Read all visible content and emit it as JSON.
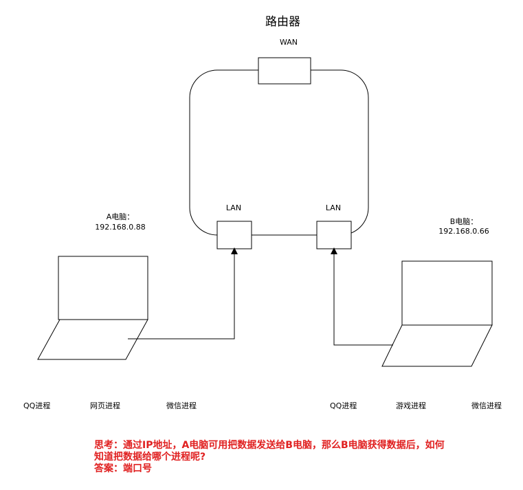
{
  "router": {
    "title": "路由器",
    "wan_label": "WAN",
    "lan_left_label": "LAN",
    "lan_right_label": "LAN"
  },
  "computer_a": {
    "name": "A电脑：",
    "ip": "192.168.0.88",
    "processes": [
      "QQ进程",
      "网页进程",
      "微信进程"
    ]
  },
  "computer_b": {
    "name": "B电脑：",
    "ip": "192.168.0.66",
    "processes": [
      "QQ进程",
      "游戏进程",
      "微信进程"
    ]
  },
  "note": {
    "question_line1": "思考：通过IP地址，A电脑可用把数据发送给B电脑，那么B电脑获得数据后，如何",
    "question_line2": "知道把数据给哪个进程呢?",
    "answer": "答案：端口号"
  },
  "colors": {
    "stroke": "#000000",
    "note": "#e02020"
  }
}
